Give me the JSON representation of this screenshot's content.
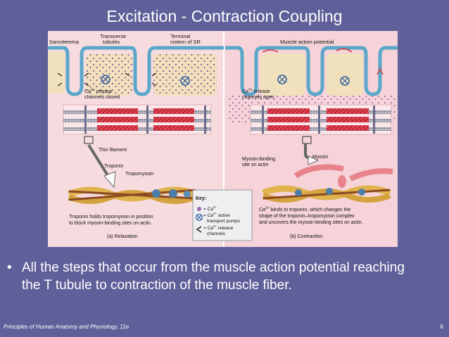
{
  "slide": {
    "title": "Excitation - Contraction Coupling",
    "bullet": "All the steps that occur from the muscle action potential reaching the T tubule to contraction of the muscle fiber.",
    "footer_left": "Principles of Human Anatomy and Physiology, 11e",
    "page_number": "6"
  },
  "figure": {
    "labels": {
      "sarcolemma": "Sarcolemma",
      "transverse_1": "Transverse",
      "transverse_2": "tubules",
      "terminal_1": "Terminal",
      "terminal_2": "cistern of SR",
      "map": "Muscle action potential",
      "rel_closed_1": "Ca",
      "rel_closed_sup": "2+",
      "rel_closed_1b": " release",
      "rel_closed_2": "channels closed",
      "rel_open_1": "Ca",
      "rel_open_sup": "2+",
      "rel_open_1b": " release",
      "rel_open_2": "channels open",
      "thin_filament": "Thin filament",
      "troponin": "Troponin",
      "tropomyosin": "Tropomyosin",
      "myosin_binding_1": "Myosin-binding",
      "myosin_binding_2": "site on actin",
      "myosin": "Myosin",
      "caption_left_1": "Troponin holds tropomyosin in position",
      "caption_left_2": "to block myosin-binding sites on actin.",
      "caption_right_1a": "Ca",
      "caption_right_sup": "2+",
      "caption_right_1b": " binds to troponin, which changes the",
      "caption_right_2": "shape of the troponin–tropomyosin complex",
      "caption_right_3": "and uncovers the myosin-binding sites on actin.",
      "panel_a": "(a) Relaxation",
      "panel_b": "(b) Contraction"
    },
    "key": {
      "title": "Key:",
      "ca": "= Ca",
      "ca_sup": "2+",
      "pump_1": "= Ca",
      "pump_sup": "2+",
      "pump_1b": " active",
      "pump_2": "transport pumps",
      "chan_1": "= Ca",
      "chan_sup": "2+",
      "chan_1b": " release",
      "chan_2": "channels"
    },
    "colors": {
      "background": "#5f5f9a",
      "figure_bg": "#f7dcdf",
      "membrane": "#5aa7c9",
      "sr": "#f0e0bc",
      "thick": "#c8283a",
      "actin": "#e0b34c",
      "tropomyosin": "#8b4a22"
    }
  }
}
